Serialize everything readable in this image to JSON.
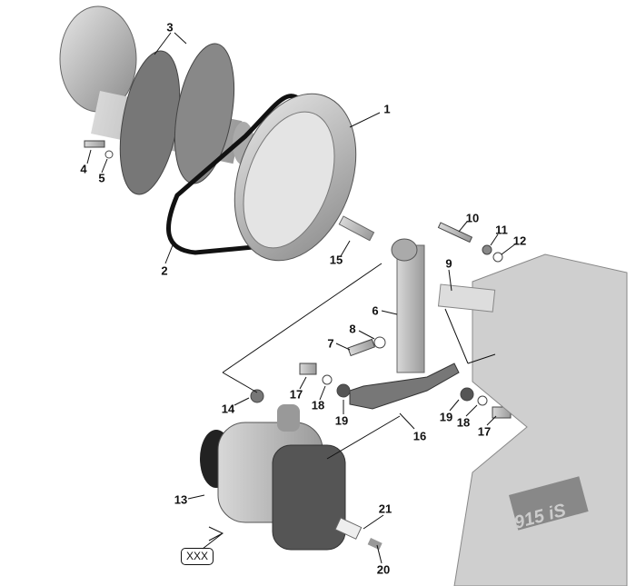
{
  "callouts": [
    {
      "id": "1",
      "text": "1"
    },
    {
      "id": "2",
      "text": "2"
    },
    {
      "id": "3",
      "text": "3"
    },
    {
      "id": "4",
      "text": "4"
    },
    {
      "id": "5",
      "text": "5"
    },
    {
      "id": "6",
      "text": "6"
    },
    {
      "id": "7",
      "text": "7"
    },
    {
      "id": "8",
      "text": "8"
    },
    {
      "id": "9",
      "text": "9"
    },
    {
      "id": "10",
      "text": "10"
    },
    {
      "id": "11",
      "text": "11"
    },
    {
      "id": "12",
      "text": "12"
    },
    {
      "id": "13",
      "text": "13"
    },
    {
      "id": "14",
      "text": "14"
    },
    {
      "id": "15",
      "text": "15"
    },
    {
      "id": "16",
      "text": "16"
    },
    {
      "id": "17a",
      "text": "17"
    },
    {
      "id": "18a",
      "text": "18"
    },
    {
      "id": "19a",
      "text": "19"
    },
    {
      "id": "19b",
      "text": "19"
    },
    {
      "id": "18b",
      "text": "18"
    },
    {
      "id": "17b",
      "text": "17"
    },
    {
      "id": "21",
      "text": "21"
    },
    {
      "id": "20",
      "text": "20"
    }
  ],
  "reference_box": "XXX",
  "engine_badge": "915 iS"
}
